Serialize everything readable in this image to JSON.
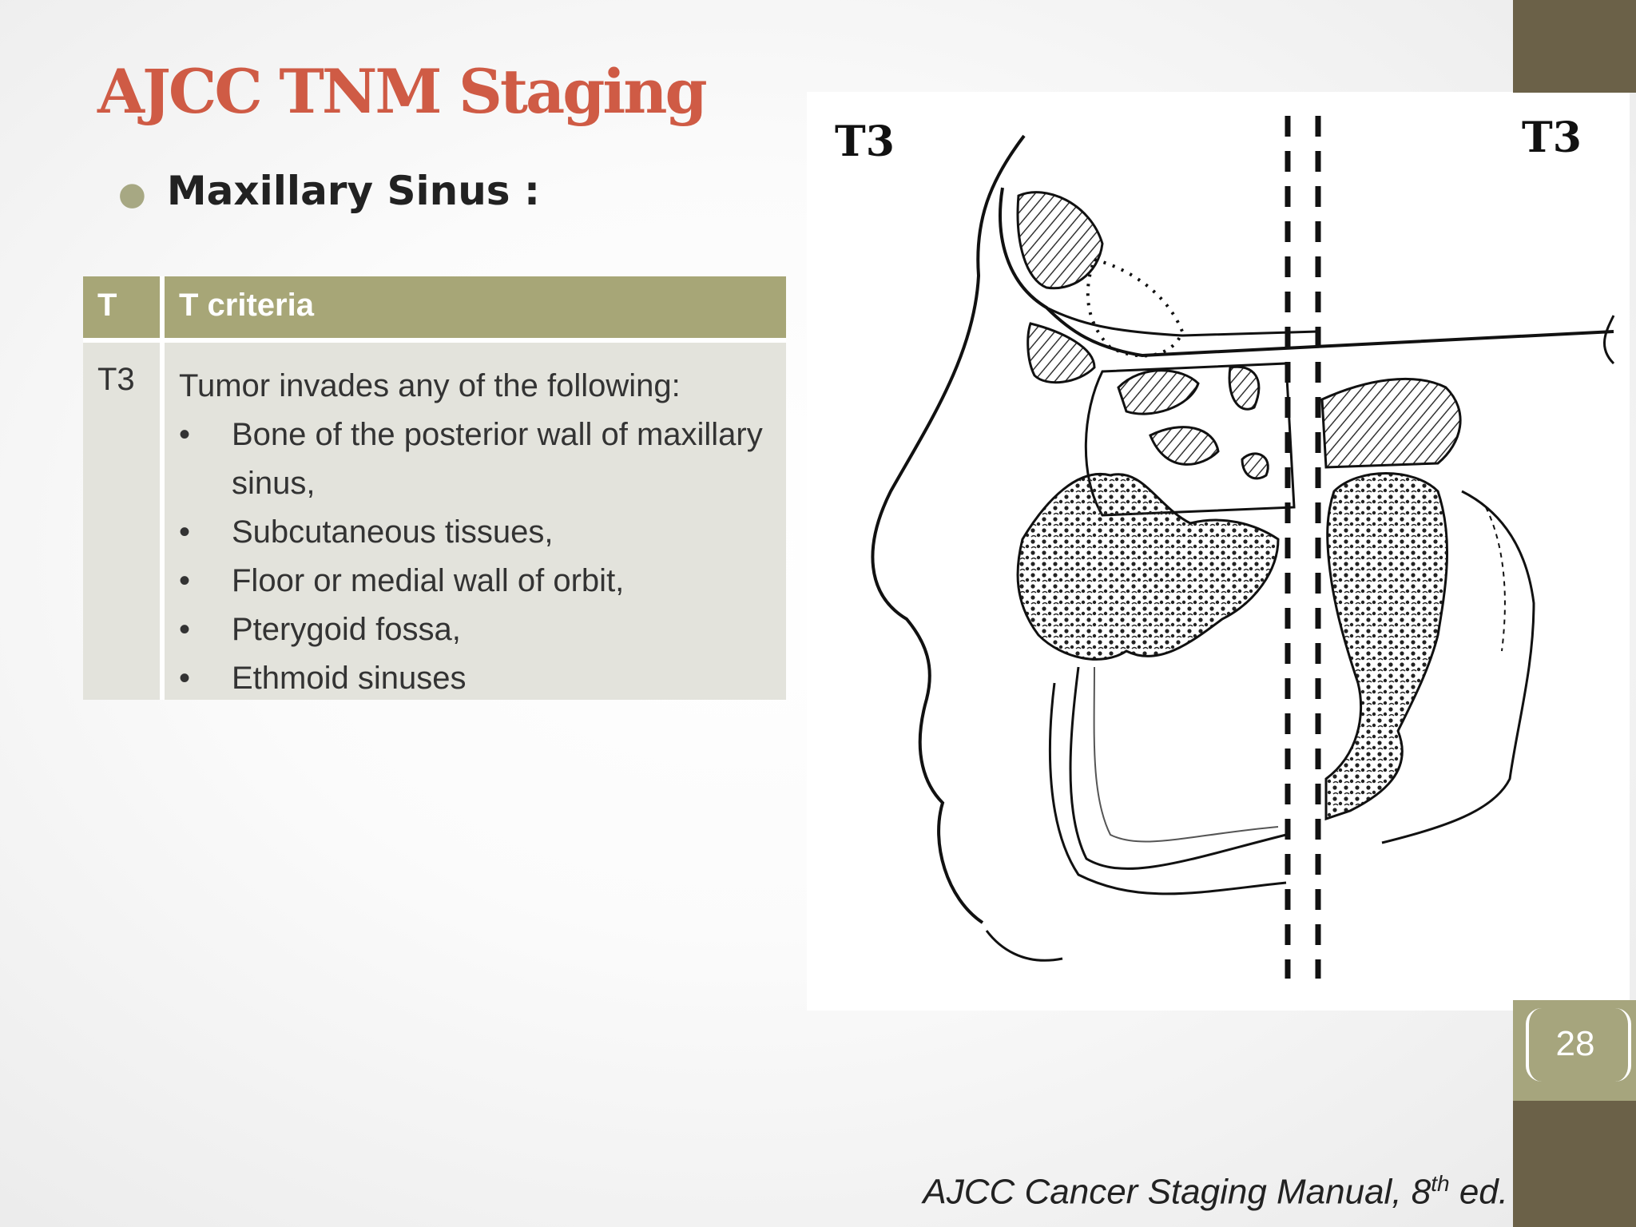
{
  "title": "AJCC TNM Staging",
  "subtitle": "Maxillary Sinus :",
  "table": {
    "headers": [
      "T",
      "T criteria"
    ],
    "rows": [
      {
        "t": "T3",
        "intro": "Tumor invades any of the following:",
        "items": [
          "Bone of the posterior wall of maxillary sinus,",
          "Subcutaneous tissues,",
          "Floor or medial wall of orbit,",
          "Pterygoid fossa,",
          "Ethmoid sinuses"
        ]
      }
    ]
  },
  "figure": {
    "label_left": "T3",
    "label_right": "T3"
  },
  "page_number": "28",
  "source": {
    "text": "AJCC Cancer Staging Manual, 8",
    "sup": "th",
    "suffix": " ed."
  }
}
